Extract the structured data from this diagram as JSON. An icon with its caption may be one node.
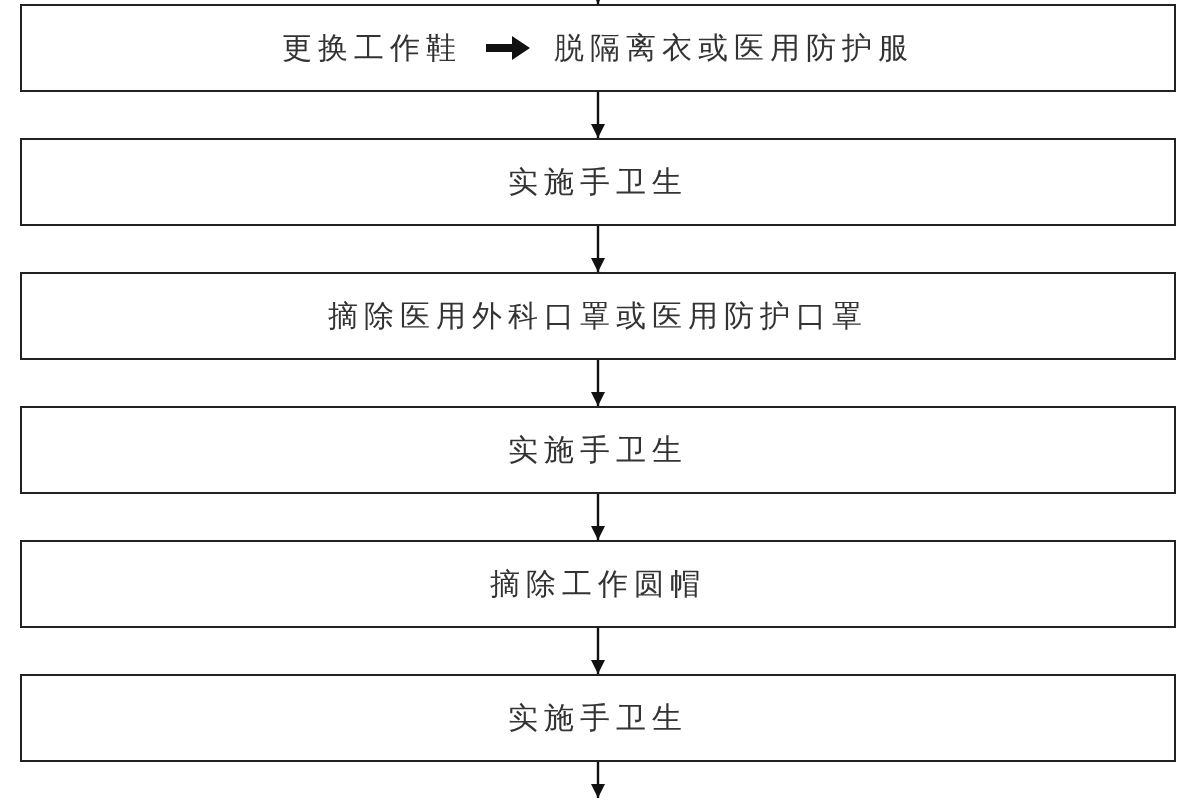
{
  "diagram": {
    "nodes": [
      {
        "text": [
          "更换工作鞋",
          "脱隔离衣或医用防护服"
        ]
      },
      {
        "text": [
          "实施手卫生"
        ]
      },
      {
        "text": [
          "摘除医用外科口罩或医用防护口罩"
        ]
      },
      {
        "text": [
          "实施手卫生"
        ]
      },
      {
        "text": [
          "摘除工作圆帽"
        ]
      },
      {
        "text": [
          "实施手卫生"
        ]
      }
    ],
    "edges": [
      {
        "from": null,
        "to": 0,
        "arrow": "to"
      },
      {
        "from": 0,
        "to": 1,
        "arrow": "to"
      },
      {
        "from": 1,
        "to": 2,
        "arrow": "to"
      },
      {
        "from": 2,
        "to": 3,
        "arrow": "to"
      },
      {
        "from": 3,
        "to": 4,
        "arrow": "to"
      },
      {
        "from": 4,
        "to": 5,
        "arrow": "to"
      },
      {
        "from": 5,
        "to": null,
        "arrow": "to"
      }
    ]
  }
}
